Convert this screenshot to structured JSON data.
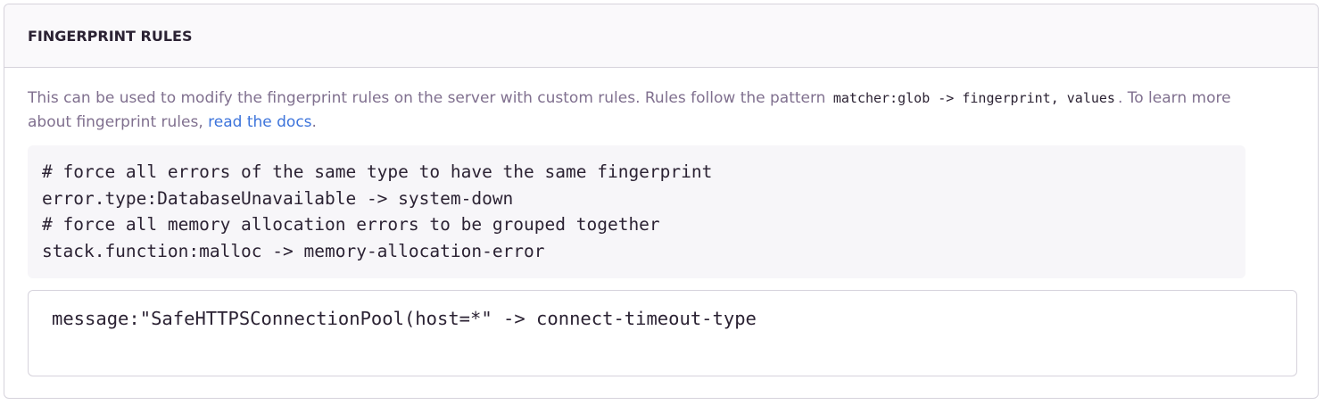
{
  "panel": {
    "title": "FINGERPRINT RULES"
  },
  "help": {
    "intro": "This can be used to modify the fingerprint rules on the server with custom rules. Rules follow the pattern",
    "pattern_code": "matcher:glob -> fingerprint, values",
    "middle": ". To learn more about fingerprint rules,",
    "link_label": "read the docs",
    "end": "."
  },
  "example": {
    "lines": [
      "# force all errors of the same type to have the same fingerprint",
      "error.type:DatabaseUnavailable -> system-down",
      "# force all memory allocation errors to be grouped together",
      "stack.function:malloc -> memory-allocation-error"
    ]
  },
  "editor": {
    "value": "message:\"SafeHTTPSConnectionPool(host=*\" -> connect-timeout-type"
  },
  "colors": {
    "text_primary": "#2b2233",
    "text_muted": "#80708f",
    "link": "#3d74db",
    "border": "#d6d3dc",
    "header_bg": "#faf9fb",
    "code_bg": "#f7f6f9"
  }
}
